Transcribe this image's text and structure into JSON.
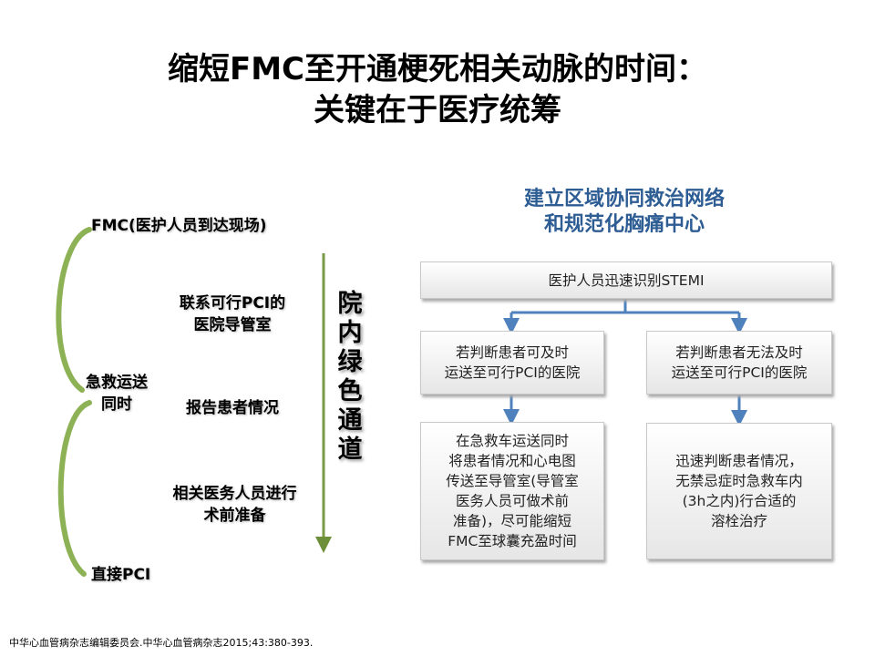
{
  "title": {
    "line1": "缩短FMC至开通梗死相关动脉的时间：",
    "line2": "关键在于医疗统筹"
  },
  "left": {
    "fmc": "FMC(医护人员到达现场)",
    "transport": [
      "急救运送",
      "同时"
    ],
    "direct_pci": "直接PCI",
    "step1": [
      "联系可行PCI的",
      "医院导管室"
    ],
    "step2": "报告患者情况",
    "step3": [
      "相关医务人员进行",
      "术前准备"
    ],
    "green_channel": [
      "院",
      "内",
      "绿",
      "色",
      "通",
      "道"
    ]
  },
  "right": {
    "subtitle": [
      "建立区域协同救治网络",
      "和规范化胸痛中心"
    ],
    "top_box": "医护人员迅速识别STEMI",
    "left_box": [
      "若判断患者可及时",
      "运送至可行PCI的医院"
    ],
    "right_box": [
      "若判断患者无法及时",
      "运送至可行PCI的医院"
    ],
    "left_bottom": [
      "在急救车运送同时",
      "将患者情况和心电图",
      "传送至导管室(导管室",
      "医务人员可做术前",
      "准备)，尽可能缩短",
      "FMC至球囊充盈时间"
    ],
    "right_bottom": [
      "迅速判断患者情况，",
      "无禁忌症时急救车内",
      "(3h之内)行合适的",
      "溶栓治疗"
    ]
  },
  "footer": "中华心血管病杂志编辑委员会.中华心血管病杂志2015;43:380-393.",
  "colors": {
    "green": "#8db255",
    "blue": "#4f81bd",
    "subtitle": "#2e5d94"
  }
}
